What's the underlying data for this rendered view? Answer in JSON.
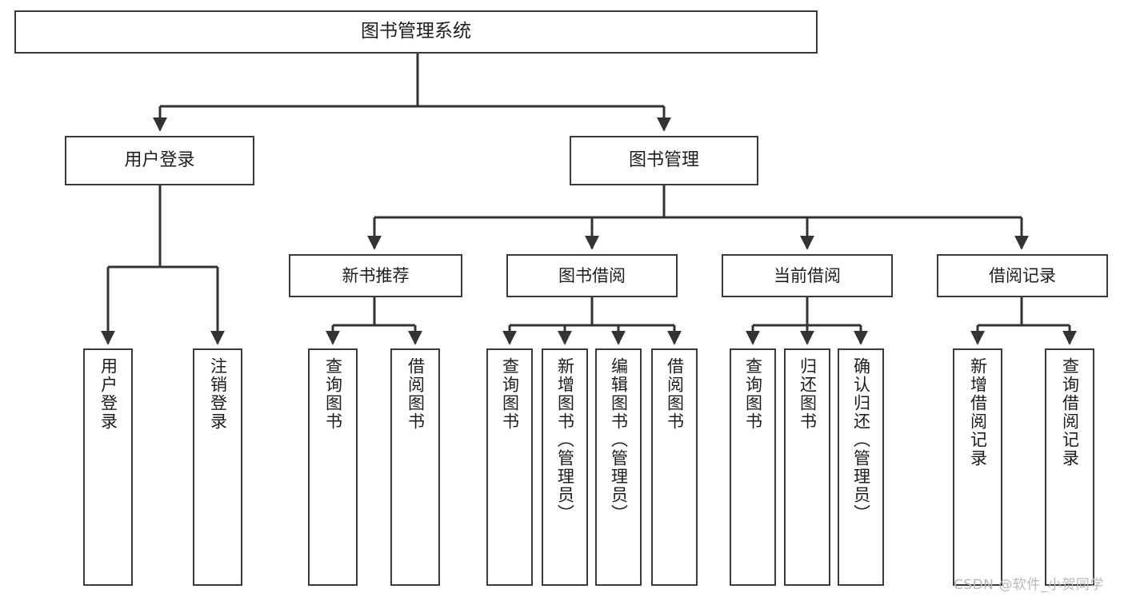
{
  "diagram": {
    "title": "图书管理系统",
    "watermark": "CSDN @软件_小贺同学",
    "colors": {
      "box_border": "#3a3a3a",
      "box_fill": "#ffffff",
      "edge": "#333333",
      "text": "#1d1d1d",
      "watermark": "#b9b9b9",
      "background": "#ffffff"
    },
    "nodes": {
      "root": {
        "label": "图书管理系统"
      },
      "level1": [
        {
          "id": "user-login",
          "label": "用户登录"
        },
        {
          "id": "book-management",
          "label": "图书管理"
        }
      ],
      "level2": [
        {
          "id": "new-book-recommend",
          "label": "新书推荐"
        },
        {
          "id": "book-borrow",
          "label": "图书借阅"
        },
        {
          "id": "current-borrow",
          "label": "当前借阅"
        },
        {
          "id": "borrow-record",
          "label": "借阅记录"
        }
      ],
      "leaves": {
        "user_login": [
          {
            "id": "leaf-user-login",
            "label": "用户登录"
          },
          {
            "id": "leaf-logout-login",
            "label": "注销登录"
          }
        ],
        "new_book_recommend": [
          {
            "id": "leaf-query-book-1",
            "label": "查询图书"
          },
          {
            "id": "leaf-borrow-book-1",
            "label": "借阅图书"
          }
        ],
        "book_borrow": [
          {
            "id": "leaf-query-book-2",
            "label": "查询图书"
          },
          {
            "id": "leaf-add-book",
            "label": "新增图书（管理员）"
          },
          {
            "id": "leaf-edit-book",
            "label": "编辑图书（管理员）"
          },
          {
            "id": "leaf-borrow-book-2",
            "label": "借阅图书"
          }
        ],
        "current_borrow": [
          {
            "id": "leaf-query-book-3",
            "label": "查询图书"
          },
          {
            "id": "leaf-return-book",
            "label": "归还图书"
          },
          {
            "id": "leaf-confirm-return",
            "label": "确认归还（管理员）"
          }
        ],
        "borrow_record": [
          {
            "id": "leaf-add-borrow-record",
            "label": "新增借阅记录"
          },
          {
            "id": "leaf-query-borrow-record",
            "label": "查询借阅记录"
          }
        ]
      }
    }
  }
}
